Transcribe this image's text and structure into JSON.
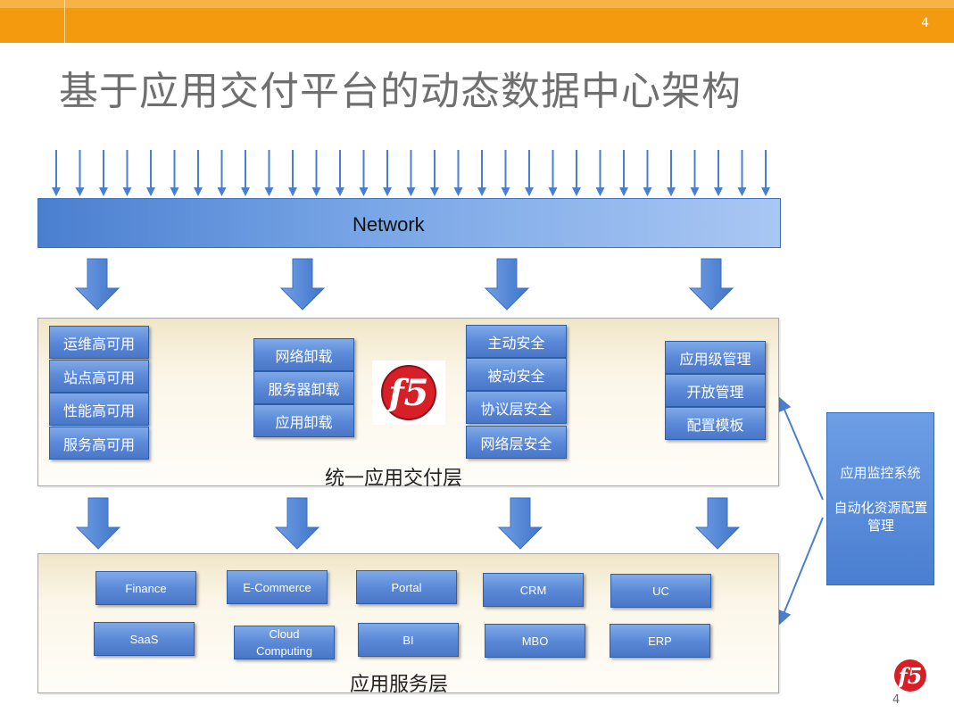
{
  "header": {
    "page_number": "4"
  },
  "title": "基于应用交付平台的动态数据中心架构",
  "network": {
    "label": "Network"
  },
  "delivery_layer": {
    "label": "统一应用交付层",
    "availability": [
      "运维高可用",
      "站点高可用",
      "性能高可用",
      "服务高可用"
    ],
    "offload": [
      "网络卸载",
      "服务器卸载",
      "应用卸载"
    ],
    "security": [
      "主动安全",
      "被动安全",
      "协议层安全",
      "网络层安全"
    ],
    "management": [
      "应用级管理",
      "开放管理",
      "配置模板"
    ],
    "logo_text": "f5"
  },
  "service_layer": {
    "label": "应用服务层",
    "row1": [
      "Finance",
      "E-Commerce",
      "Portal",
      "CRM",
      "UC"
    ],
    "row2": [
      "SaaS",
      "Cloud\nComputing",
      "BI",
      "MBO",
      "ERP"
    ]
  },
  "side_panel": {
    "line1": "应用监控系统",
    "line2": "自动化资源配置管理"
  },
  "footer": {
    "page_number": "4",
    "logo_text": "f5"
  },
  "colors": {
    "accent_orange": "#f39a0e",
    "box_blue": "#5b89d8",
    "arrow_blue": "#4a7fd0"
  }
}
